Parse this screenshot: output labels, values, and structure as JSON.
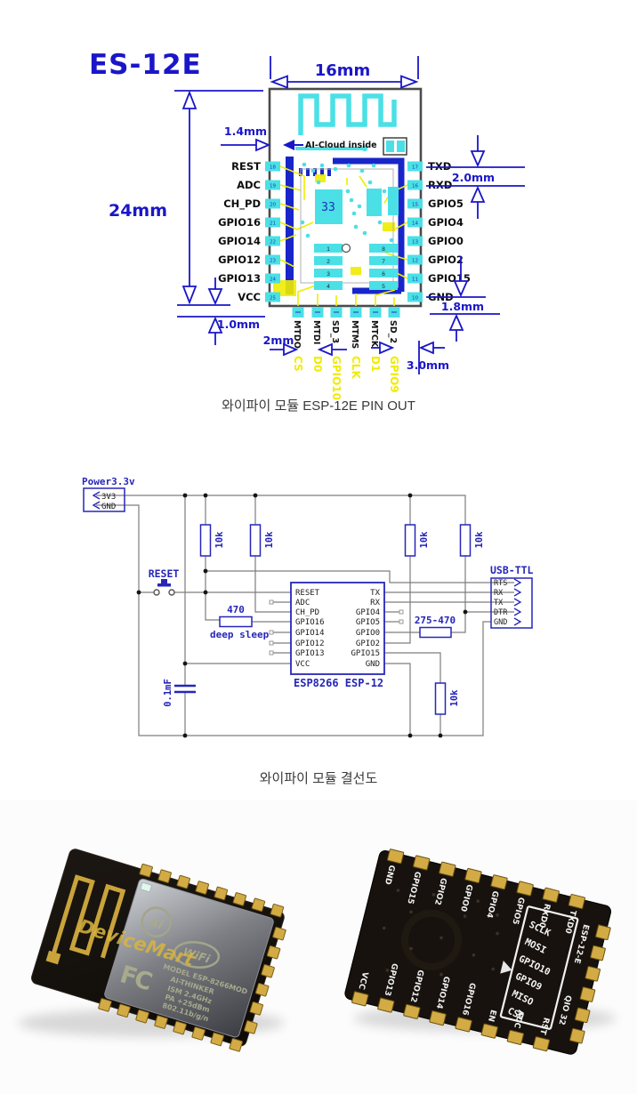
{
  "title": "ES-12E",
  "captions": {
    "pinout": "와이파이 모듈 ESP-12E PIN OUT",
    "wiring": "와이파이 모듈 결선도"
  },
  "pinout": {
    "antenna_text": "AI-Cloud inside",
    "chip_text": "33",
    "dims": {
      "width": "16mm",
      "height": "24mm",
      "edge": "1.4mm",
      "right_top": "2.0mm",
      "right_bottom": "1.8mm",
      "bottom_left": "1.0mm",
      "bottom_pitch": "2mm",
      "bottom_right": "3.0mm"
    },
    "left_pins": [
      {
        "name": "REST",
        "num": "18"
      },
      {
        "name": "ADC",
        "num": "19"
      },
      {
        "name": "CH_PD",
        "num": "20"
      },
      {
        "name": "GPIO16",
        "num": "21"
      },
      {
        "name": "GPIO14",
        "num": "22"
      },
      {
        "name": "GPIO12",
        "num": "23"
      },
      {
        "name": "GPIO13",
        "num": "24"
      },
      {
        "name": "VCC",
        "num": "25"
      }
    ],
    "right_pins": [
      {
        "name": "TXD",
        "num": "17"
      },
      {
        "name": "RXD",
        "num": "16"
      },
      {
        "name": "GPIO5",
        "num": "15"
      },
      {
        "name": "GPIO4",
        "num": "14"
      },
      {
        "name": "GPIO0",
        "num": "13"
      },
      {
        "name": "GPIO2",
        "num": "12"
      },
      {
        "name": "GPIO15",
        "num": "11"
      },
      {
        "name": "GND",
        "num": "10"
      }
    ],
    "bottom_pins": [
      {
        "name": "MTDO",
        "alt": "CS"
      },
      {
        "name": "MTDI",
        "alt": "D0"
      },
      {
        "name": "SD_3",
        "alt": "GPIO10"
      },
      {
        "name": "MTMS",
        "alt": "CLK"
      },
      {
        "name": "MTCK",
        "alt": "D1"
      },
      {
        "name": "SD_2",
        "alt": "GPIO9"
      }
    ],
    "inner_left_nums": [
      "1",
      "2",
      "3",
      "4"
    ],
    "inner_right_nums": [
      "8",
      "7",
      "6",
      "5"
    ]
  },
  "schematic": {
    "power": {
      "label": "Power3.3v",
      "pins": [
        "3V3",
        "GND"
      ]
    },
    "reset_label": "RESET",
    "r_pullup": "10k",
    "r_deepsleep": "470",
    "r_gpio0": "275-470",
    "r_pulldown": "10k",
    "deep_sleep": "deep sleep",
    "cap": "0.1mF",
    "ic": {
      "label": "ESP8266 ESP-12",
      "left": [
        "RESET",
        "ADC",
        "CH_PD",
        "GPIO16",
        "GPIO14",
        "GPIO12",
        "GPIO13",
        "VCC"
      ],
      "right": [
        "TX",
        "RX",
        "GPIO4",
        "GPIO5",
        "GPIO0",
        "GPIO2",
        "GPIO15",
        "GND"
      ]
    },
    "usb": {
      "label": "USB-TTL",
      "pins": [
        "RTS",
        "RX",
        "TX",
        "DTR",
        "GND"
      ]
    }
  },
  "photos": {
    "front": {
      "watermark": "DeviceMart",
      "logo_ai": "Ai",
      "logo_wifi": "WiFi",
      "logo_fcc": "FC",
      "lines": [
        "MODEL ESP-8266MOD",
        "AI-THINKER",
        "ISM 2.4GHz",
        "PA +25dBm",
        "802.11b/g/n"
      ]
    },
    "back": {
      "top_row": [
        "GND",
        "GPIO15",
        "GPIO2",
        "GPIO0",
        "GPIO4",
        "GPIO5",
        "RXD0",
        "TXD0"
      ],
      "bottom_row": [
        "VCC",
        "GPIO13",
        "GPIO12",
        "GPIO14",
        "GPIO16",
        "EN",
        "ADC",
        "RST"
      ],
      "box_pins": [
        "SCLK",
        "MOSI",
        "GPIO10",
        "GPIO9",
        "MISO",
        "CS0"
      ],
      "model": "ESP-12-E",
      "flash": "QIO 32"
    }
  },
  "colors": {
    "accent_blue": "#1a16c8",
    "cyan": "#4ae0e6",
    "trace_blue": "#1725c9",
    "yellow": "#f0ec00",
    "schematic_blue": "#2626b8",
    "wire_gray": "#7d7d7d",
    "gold": "#d3ab45"
  }
}
